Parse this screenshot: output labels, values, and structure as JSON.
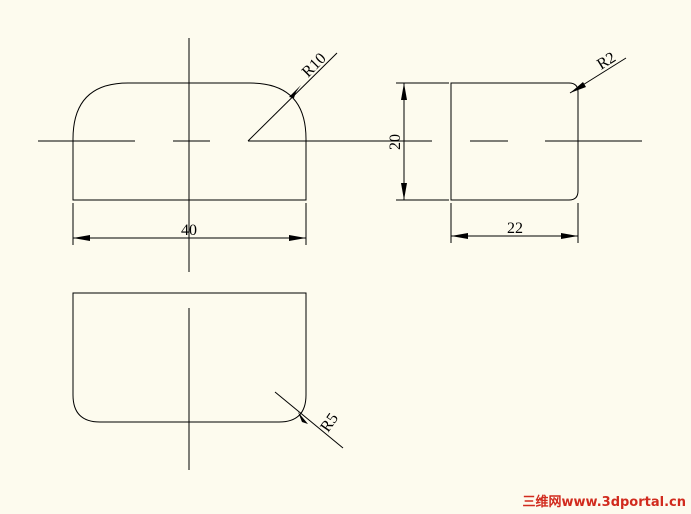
{
  "drawing": {
    "dimensions": {
      "front_width": "40",
      "front_radius": "R10",
      "side_height": "20",
      "side_width": "22",
      "side_radius": "R2",
      "top_radius": "R5"
    }
  },
  "watermark": {
    "text": "三维网www.3dportal.cn"
  },
  "colors": {
    "background": "#fdfbee",
    "lines": "#000000",
    "watermark": "#d12b1e"
  }
}
